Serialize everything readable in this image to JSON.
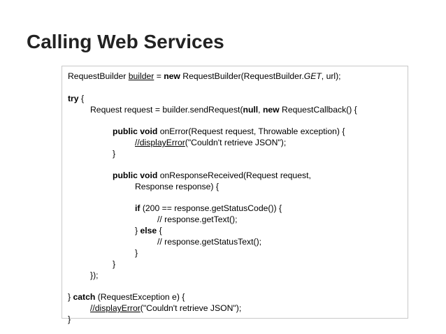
{
  "title": "Calling Web Services",
  "code": {
    "l1": [
      "RequestBuilder ",
      "builder",
      " = ",
      "new",
      " RequestBuilder(RequestBuilder.",
      "GET",
      ", url);"
    ],
    "l2": [
      "try",
      " {"
    ],
    "l3": [
      "Request request = builder.sendRequest(",
      "null",
      ", ",
      "new",
      " RequestCallback() {"
    ],
    "l4": [
      "public",
      " ",
      "void",
      " onError(Request request, Throwable exception) {"
    ],
    "l5": [
      "//displayError",
      "(\"Couldn't retrieve JSON\");"
    ],
    "l6": "}",
    "l7": [
      "public",
      " ",
      "void",
      " onResponseReceived(Request request,"
    ],
    "l8": "Response response) {",
    "l9": [
      "if",
      " (200 == response.getStatusCode()) {"
    ],
    "l10": "// response.getText();",
    "l11": [
      "} ",
      "else",
      " {"
    ],
    "l12": "// response.getStatusText();",
    "l13": "}",
    "l14": "}",
    "l15": "});",
    "l16": [
      "} ",
      "catch",
      " (RequestException e) {"
    ],
    "l17": [
      "//displayError",
      "(\"Couldn't retrieve JSON\");"
    ],
    "l18": "}"
  }
}
